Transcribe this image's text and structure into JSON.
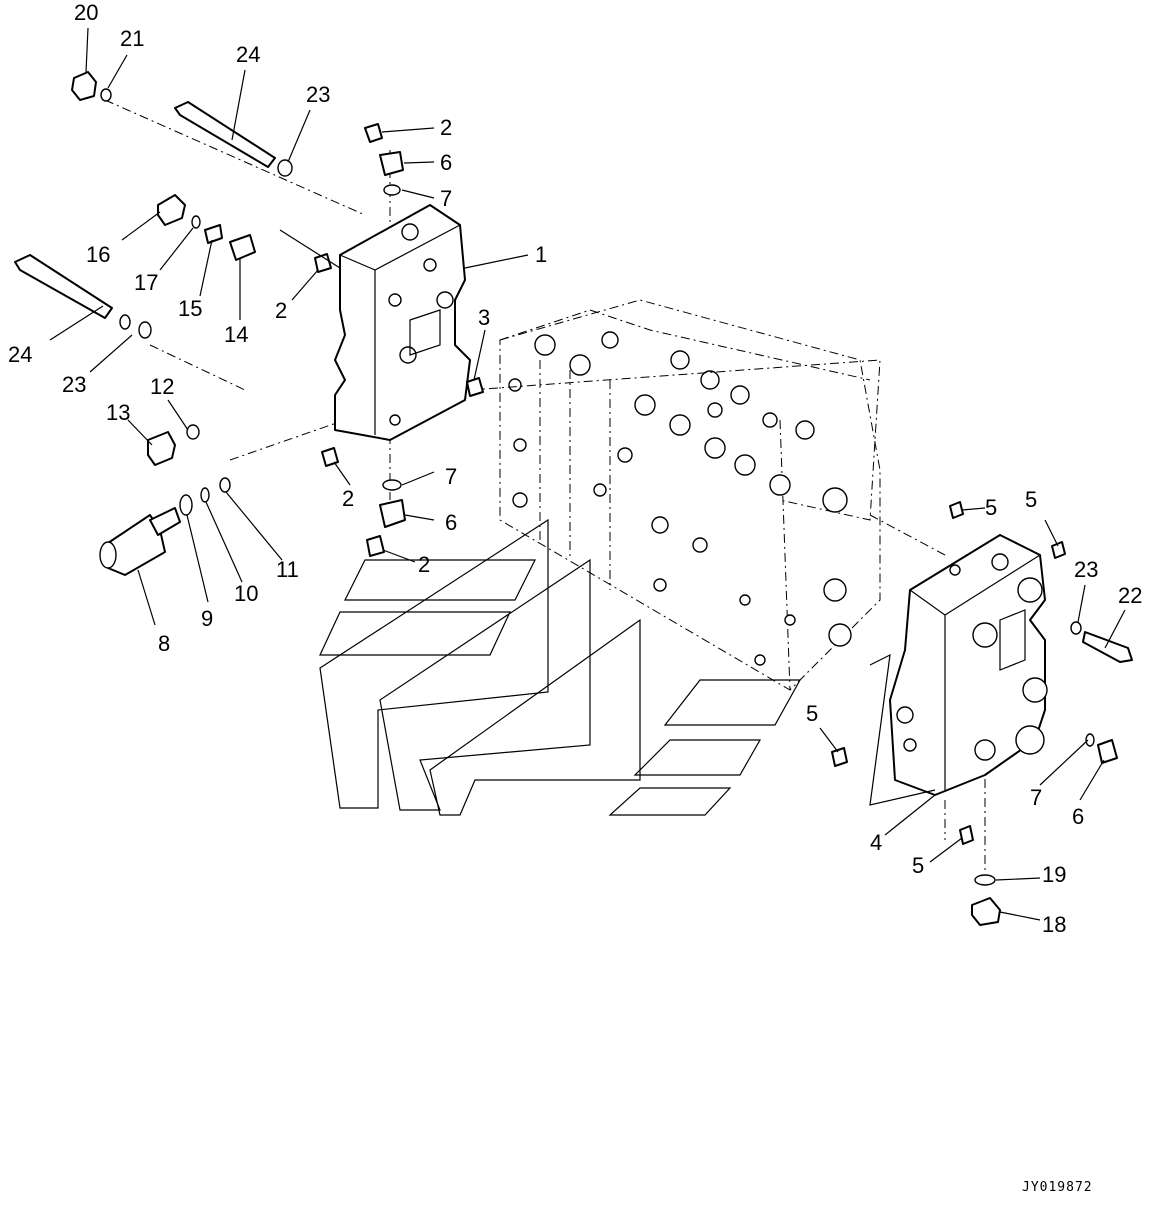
{
  "drawing_code": "JY019872",
  "callouts": {
    "n1": "1",
    "n2a": "2",
    "n2b": "2",
    "n2c": "2",
    "n2d": "2",
    "n3": "3",
    "n4": "4",
    "n5a": "5",
    "n5b": "5",
    "n5c": "5",
    "n5d": "5",
    "n6a": "6",
    "n6b": "6",
    "n6c": "6",
    "n7a": "7",
    "n7b": "7",
    "n7c": "7",
    "n8": "8",
    "n9": "9",
    "n10": "10",
    "n11": "11",
    "n12": "12",
    "n13": "13",
    "n14": "14",
    "n15": "15",
    "n16": "16",
    "n17": "17",
    "n18": "18",
    "n19": "19",
    "n20": "20",
    "n21": "21",
    "n22": "22",
    "n23a": "23",
    "n23b": "23",
    "n23c": "23",
    "n24a": "24",
    "n24b": "24"
  }
}
